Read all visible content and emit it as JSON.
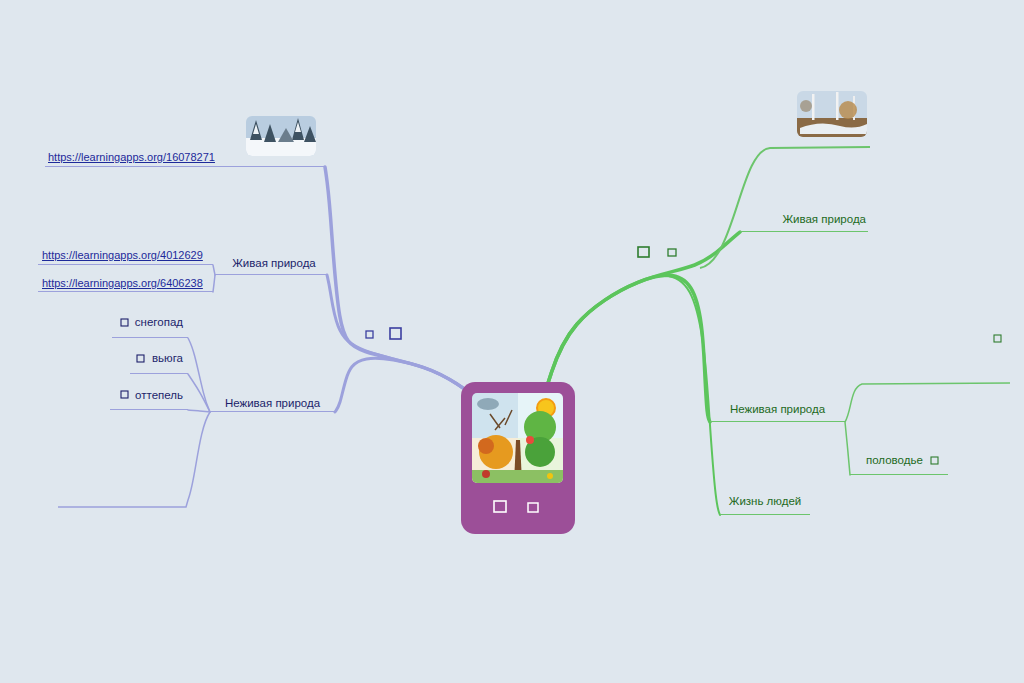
{
  "diagram": {
    "nodes": [
      {
        "text": []
      },
      {
        "text": [
          "https://learningapps.org/16078271"
        ]
      },
      {
        "text": [
          "Живая природа"
        ]
      },
      {
        "text": [
          "https://learningapps.org/4012629"
        ]
      },
      {
        "text": [
          "https://learningapps.org/6406238"
        ]
      },
      {
        "text": [
          "Неживая природа"
        ]
      },
      {
        "text": [
          "снегопад"
        ]
      },
      {
        "text": [
          "вьюга"
        ]
      },
      {
        "text": [
          "оттепель"
        ]
      },
      {
        "text": [
          "Живая природа"
        ]
      },
      {
        "text": [
          "Неживая природа"
        ]
      },
      {
        "text": [
          "половодье"
        ]
      },
      {
        "text": [
          "Жизнь людей"
        ]
      }
    ],
    "edges": [
      {
        "from": 0,
        "to": 1,
        "arrow": "none"
      },
      {
        "from": 0,
        "to": 2,
        "arrow": "none"
      },
      {
        "from": 2,
        "to": 3,
        "arrow": "none"
      },
      {
        "from": 2,
        "to": 4,
        "arrow": "none"
      },
      {
        "from": 0,
        "to": 5,
        "arrow": "none"
      },
      {
        "from": 5,
        "to": 6,
        "arrow": "none"
      },
      {
        "from": 5,
        "to": 7,
        "arrow": "none"
      },
      {
        "from": 5,
        "to": 8,
        "arrow": "none"
      },
      {
        "from": 0,
        "to": 9,
        "arrow": "none"
      },
      {
        "from": 0,
        "to": 10,
        "arrow": "none"
      },
      {
        "from": 10,
        "to": 11,
        "arrow": "none"
      },
      {
        "from": 0,
        "to": 12,
        "arrow": "none"
      }
    ]
  }
}
